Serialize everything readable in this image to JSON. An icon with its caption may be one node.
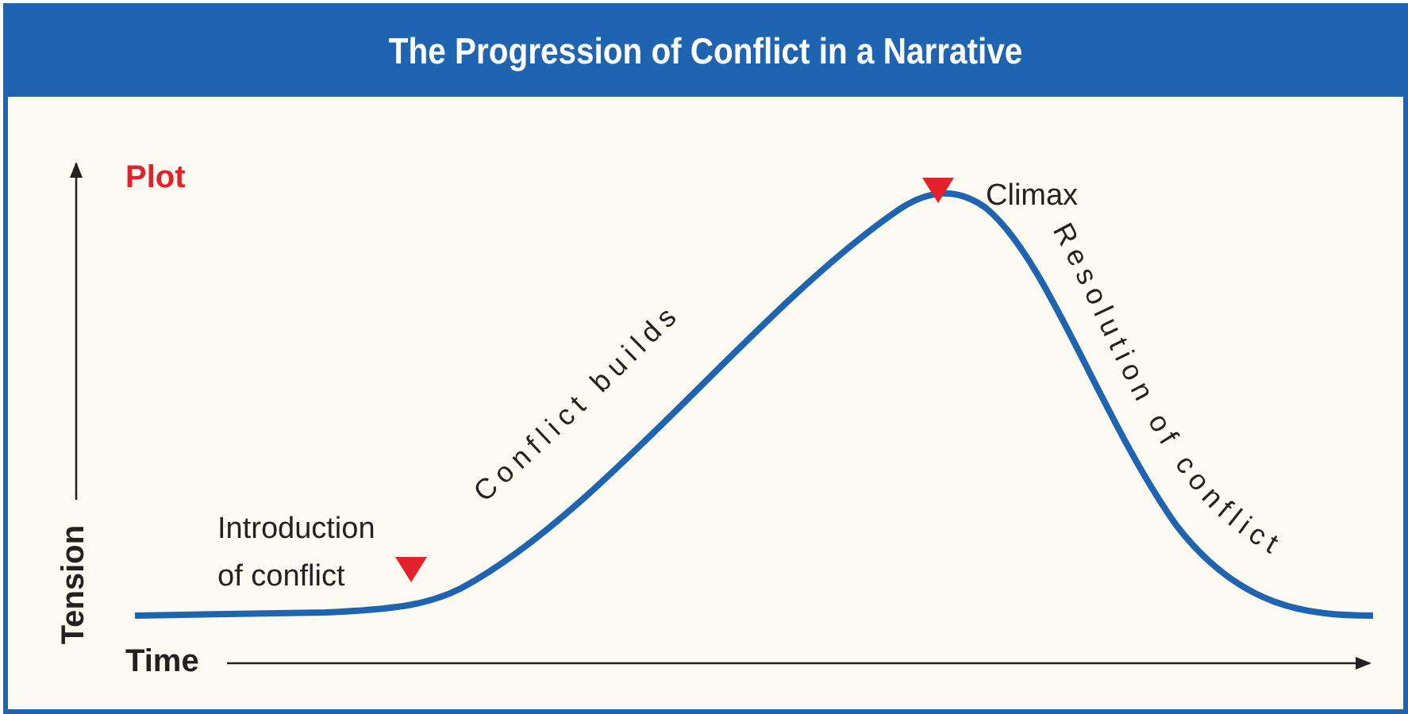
{
  "diagram": {
    "title": "The Progression of Conflict in a Narrative",
    "labels": [
      "Plot",
      "Climax",
      "Conflict builds",
      "Introduction of conflict",
      "Resolution of conflict",
      "Tension",
      "Time"
    ]
  }
}
